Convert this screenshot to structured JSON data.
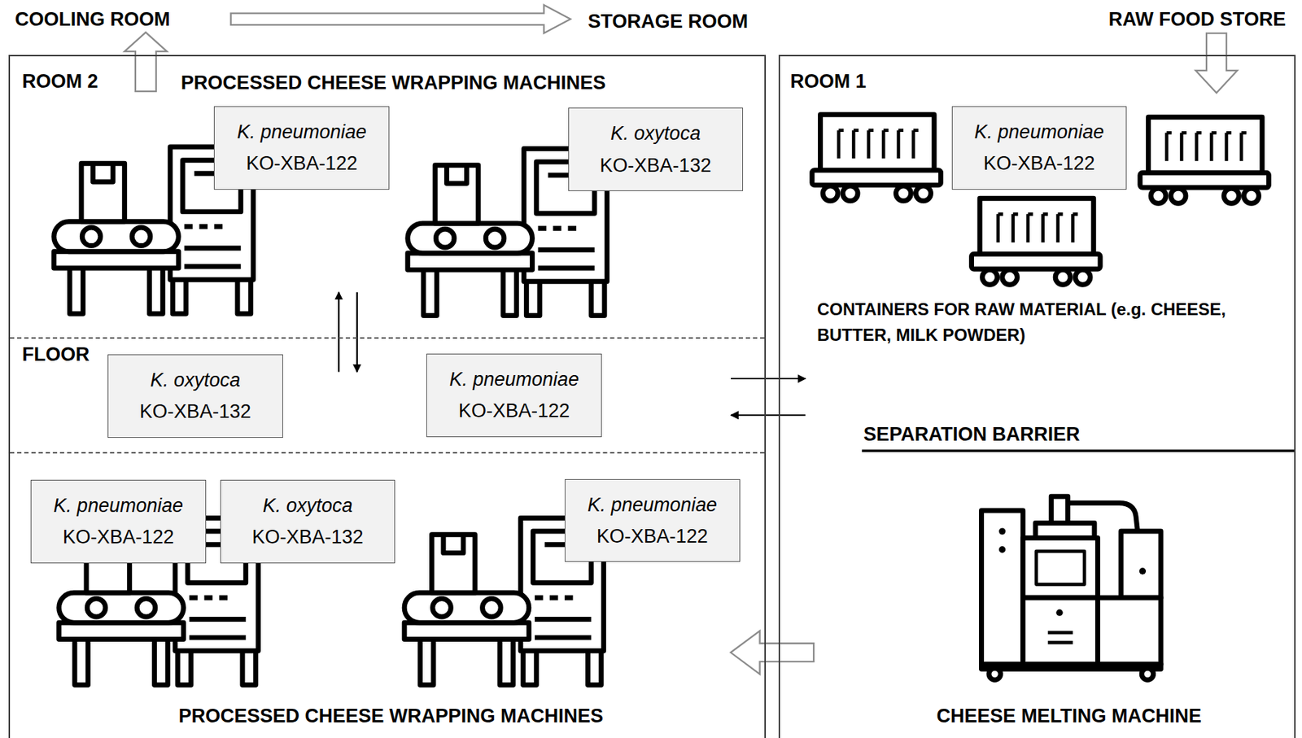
{
  "diagram": {
    "nodes": [
      {
        "text": [
          "ROOM 2"
        ]
      },
      {
        "text": [
          "K. pneumoniae",
          "KO-XBA-122"
        ],
        "in": 0
      },
      {
        "text": [
          "K. oxytoca",
          "KO-XBA-132"
        ],
        "in": 0
      },
      {
        "text": [
          "FLOOR"
        ],
        "in": 0
      },
      {
        "text": [
          "K. oxytoca",
          "KO-XBA-132"
        ],
        "in": 3
      },
      {
        "text": [
          "K. pneumoniae",
          "KO-XBA-122"
        ],
        "in": 3
      },
      {
        "text": [
          "K. pneumoniae",
          "KO-XBA-122"
        ],
        "in": 0
      },
      {
        "text": [
          "K. oxytoca",
          "KO-XBA-132"
        ],
        "in": 0
      },
      {
        "text": [
          "K. pneumoniae",
          "KO-XBA-122"
        ],
        "in": 0
      },
      {
        "text": [
          "ROOM 1"
        ]
      },
      {
        "text": [
          "K. pneumoniae",
          "KO-XBA-122"
        ],
        "in": 9
      }
    ],
    "edges": [
      {
        "from": 3,
        "to": 9,
        "arrow": "to"
      },
      {
        "from": 9,
        "to": 3,
        "arrow": "to"
      }
    ],
    "labels": [
      "COOLING ROOM",
      "STORAGE ROOM",
      "RAW FOOD STORE",
      "PROCESSED CHEESE WRAPPING MACHINES",
      "CONTAINERS FOR RAW MATERIAL (e.g. CHEESE, BUTTER, MILK POWDER)",
      "SEPARATION BARRIER",
      "PROCESSED CHEESE WRAPPING MACHINES",
      "CHEESE MELTING MACHINE"
    ]
  }
}
